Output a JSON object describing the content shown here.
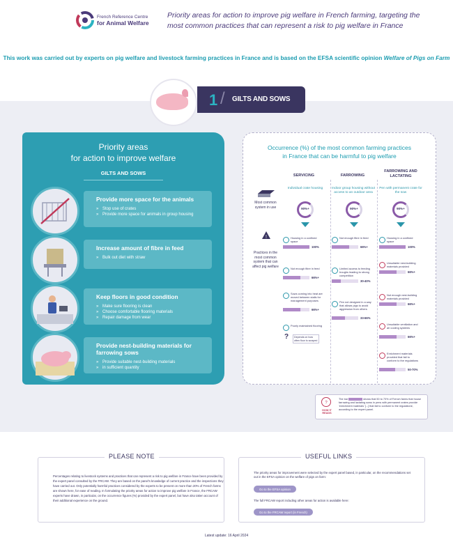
{
  "header": {
    "logo_line1": "French Reference Centre",
    "logo_line2": "for Animal Welfare",
    "title": "Priority areas for action to improve pig welfare in French farming, targeting the most common practices that can represent a risk to pig welfare in France"
  },
  "intro": {
    "text": "This work was carried out by experts on pig welfare and livestock farming practices in France and is based on the EFSA scientific opinion",
    "italic": "Welfare of Pigs on Farm"
  },
  "banner": {
    "number": "1",
    "label": "GILTS AND SOWS"
  },
  "priority": {
    "title_line1": "Priority areas",
    "title_line2": "for action to improve welfare",
    "subtitle": "GILTS AND SOWS",
    "items": [
      {
        "title": "Provide more space for the animals",
        "points": [
          "Stop use of crates",
          "Provide more space for animals in group housing"
        ]
      },
      {
        "title": "Increase amount of fibre in feed",
        "points": [
          "Bulk out diet with straw"
        ]
      },
      {
        "title": "Keep floors in good condition",
        "points": [
          "Make sure flooring is clean",
          "Choose comfortable flooring materials",
          "Repair damage from wear"
        ]
      },
      {
        "title": "Provide nest-building materials for farrowing sows",
        "points": [
          "Provide suitable nest-building materials",
          "in sufficient quantity"
        ]
      }
    ]
  },
  "occurrence": {
    "title_line1": "Occurrence (%) of the most common farming practices",
    "title_line2": "in France that can be harmful to pig welfare",
    "columns": [
      "SERVICING",
      "FARROWING",
      "FARROWING AND LACTATING"
    ],
    "row_system": "Most common system in use",
    "row_practices": "Practices in the most common system that can affect pig welfare",
    "systems": [
      {
        "label": "Individual crate housing",
        "pct": "90%+"
      },
      {
        "label": "Indoor group housing without access to an outdoor area",
        "pct": "90%+"
      },
      {
        "label": "Pen with permanent crate for the sow",
        "pct": "90%+"
      }
    ],
    "practices": [
      [
        {
          "text": "Housing in a confined space",
          "pct": "100%",
          "fill": 1.0
        },
        {
          "text": "Not enough fibre in feed",
          "pct": "66%+",
          "fill": 0.66
        },
        {
          "text": "Sows coming into heat are moved between stalls for management purposes",
          "pct": "66%+",
          "fill": 0.66
        },
        {
          "text": "Poorly maintained flooring",
          "pct": "",
          "fill": 0,
          "note": "Depends on how often floor is scraped"
        }
      ],
      [
        {
          "text": "Not enough fibre in feed",
          "pct": "66%+",
          "fill": 0.66
        },
        {
          "text": "Limited access to feeding troughs leading to strong competition",
          "pct": "30-40%",
          "fill": 0.35
        },
        {
          "text": "Pen not designed in a way that allows pigs to avoid aggression from others",
          "pct": "33-66%",
          "fill": 0.5
        }
      ],
      [
        {
          "text": "Housing in a confined space",
          "pct": "100%",
          "fill": 1.0
        },
        {
          "text": "Unsuitable nest-building materials provided",
          "pct": "66%+",
          "fill": 0.66
        },
        {
          "text": "Not enough nest-building materials provided",
          "pct": "66%+",
          "fill": 0.66
        },
        {
          "text": "Unsuitable ventilation and air cooling systems",
          "pct": "66%+",
          "fill": 0.66
        },
        {
          "text": "Enrichment materials provided that fail to conform to the regulations",
          "pct": "50-70%",
          "fill": 0.6
        }
      ]
    ],
    "how_label": "HOW IT READS",
    "how_text_a": "The bar",
    "how_text_b": "shows that 50 to 70% of French farms that house farrowing and lactating sows in pens with permanent crates provide 'enrichment materials' [...] that fail to conform to the regulations', according to the expert panel."
  },
  "please_note": {
    "title": "PLEASE NOTE",
    "text": "Percentages relating to livestock systems and practices that can represent a risk to pig welfare in France have been provided by the expert panel consulted by the FRCAW. They are based on the panel's knowledge of current practice and the inspections they have carried out. Only potentially harmful practices considered by the experts to be present on more than 20% of French farms are shown here, for ease of reading. In formulating the priority areas for action to improve pig welfare in France, the FRCAW experts have drawn, in particular, on the occurrence figures (%) provided by the expert panel, but have also taken account of their additional experience on the ground."
  },
  "useful_links": {
    "title": "USEFUL LINKS",
    "text1": "The priority areas for improvement were selected by the expert panel based, in particular, on the recommendations set out in the EFSA opinion on the welfare of pigs on farm:",
    "button1": "Go to the EFSA opinion",
    "text2": "The full FRCAW report including other areas for action is available here:",
    "button2": "Go to the FRCAW report (in French)"
  },
  "footer": "Latest update: 16 April 2024",
  "colors": {
    "teal": "#2d9eb2",
    "navy": "#3a3560",
    "purple": "#b08ac8",
    "accent": "#1b9cb0"
  }
}
